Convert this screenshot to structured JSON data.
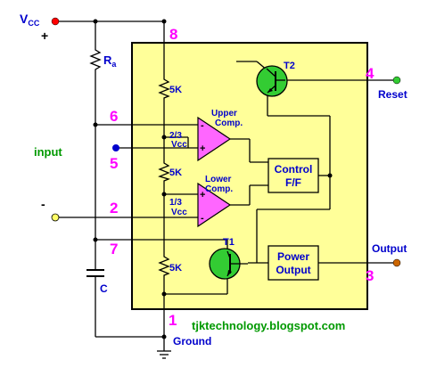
{
  "supply": {
    "vcc_main": "V",
    "vcc_sub": "CC",
    "plus": "+"
  },
  "components": {
    "ra_main": "R",
    "ra_sub": "a",
    "capacitor": "C",
    "resistors": [
      "5K",
      "5K",
      "5K"
    ]
  },
  "pins": {
    "p8": "8",
    "p4": "4",
    "p6": "6",
    "p5": "5",
    "p2": "2",
    "p7": "7",
    "p3": "3",
    "p1": "1"
  },
  "signals": {
    "reset": "Reset",
    "input": "input",
    "minus": "-",
    "output": "Output",
    "ground": "Ground"
  },
  "blocks": {
    "upper_comp": [
      "Upper",
      "Comp."
    ],
    "lower_comp": [
      "Lower",
      "Comp."
    ],
    "upper_ref": [
      "2/3",
      "Vcc"
    ],
    "lower_ref": [
      "1/3",
      "Vcc"
    ],
    "control_ff": [
      "Control",
      "F/F"
    ],
    "power_output": [
      "Power",
      "Output"
    ],
    "t1": "T1",
    "t2": "T2"
  },
  "watermark": "tjktechnology.blogspot.com",
  "colors": {
    "ic_fill": "#ffff99",
    "pin_number": "#ff00ff",
    "label_blue": "#0000cc",
    "watermark": "#009900",
    "transistor": "#33cc33",
    "comparator": "#ff66ff",
    "vcc_dot": "#ff0000",
    "reset_dot": "#33cc33",
    "control_dot": "#0000cc",
    "trigger_dot": "#ffff66",
    "output_dot": "#cc6600"
  }
}
